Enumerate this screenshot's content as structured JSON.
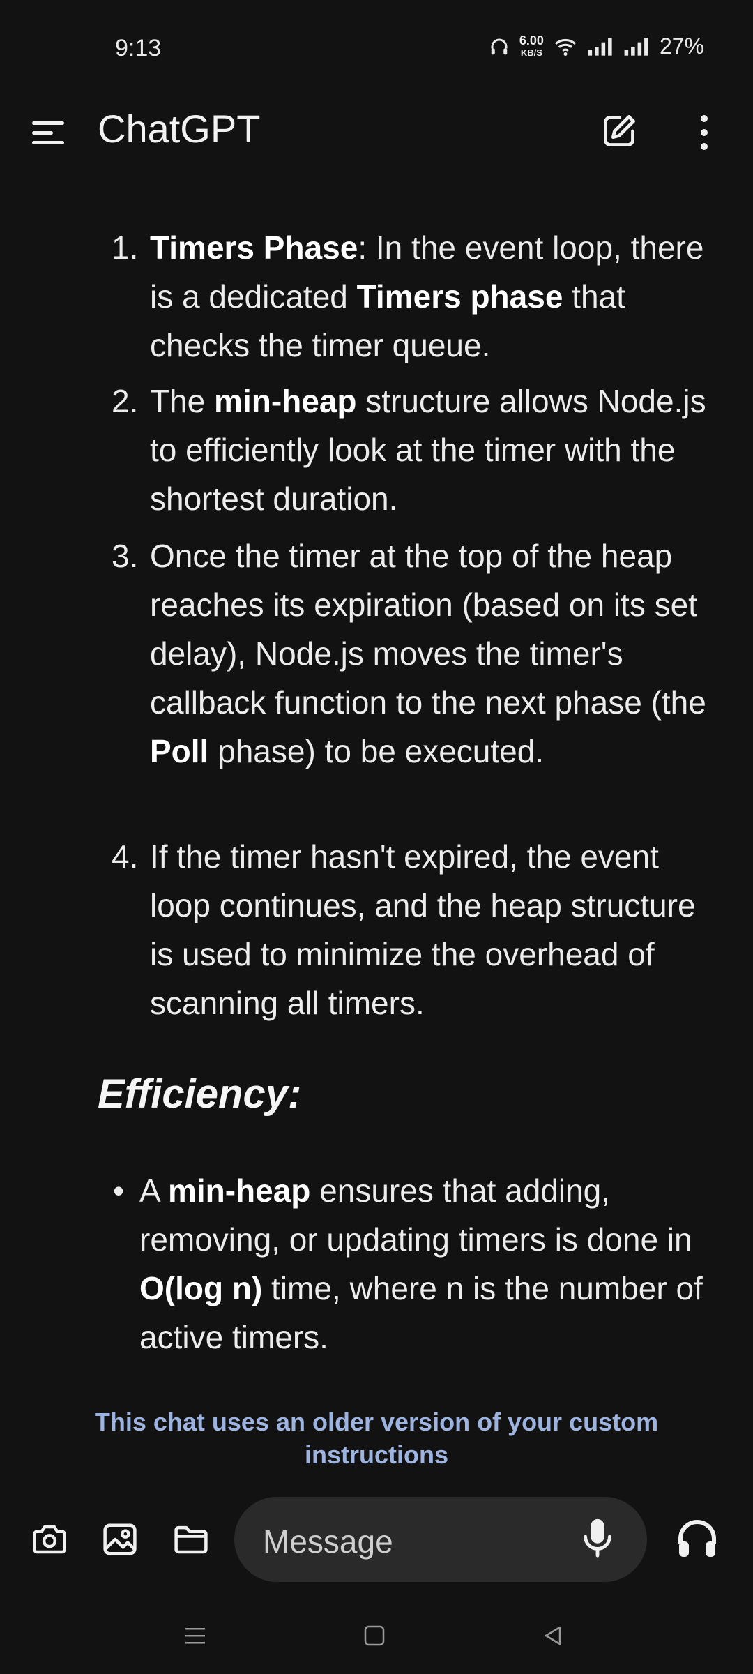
{
  "status_bar": {
    "time": "9:13",
    "speed_value": "6.00",
    "speed_unit": "KB/S",
    "battery": "27%"
  },
  "app_bar": {
    "title": "ChatGPT",
    "icons": [
      "menu-icon",
      "edit-icon",
      "more-vertical-icon"
    ]
  },
  "content": {
    "steps": [
      {
        "num": "1.",
        "parts": [
          {
            "text": "Timers Phase",
            "bold": true
          },
          {
            "text": ": In the event loop, there is a dedicated ",
            "bold": false
          },
          {
            "text": "Timers phase",
            "bold": true
          },
          {
            "text": " that checks the timer queue.",
            "bold": false
          }
        ]
      },
      {
        "num": "2.",
        "parts": [
          {
            "text": "The ",
            "bold": false
          },
          {
            "text": "min-heap",
            "bold": true
          },
          {
            "text": " structure allows Node.js to efficiently look at the timer with the shortest duration.",
            "bold": false
          }
        ]
      },
      {
        "num": "3.",
        "parts": [
          {
            "text": "Once the timer at the top of the heap reaches its expiration (based on its set delay), Node.js moves the timer's callback function to the next phase (the ",
            "bold": false
          },
          {
            "text": "Poll",
            "bold": true
          },
          {
            "text": " phase) to be executed.",
            "bold": false
          }
        ]
      },
      {
        "num": "4.",
        "parts": [
          {
            "text": "If the timer hasn't expired, the event loop continues, and the heap structure is used to minimize the overhead of scanning all timers.",
            "bold": false
          }
        ]
      }
    ],
    "heading": "Efficiency:",
    "bullet": {
      "dot": "•",
      "parts": [
        {
          "text": "A ",
          "bold": false
        },
        {
          "text": "min-heap",
          "bold": true
        },
        {
          "text": " ensures that adding, removing, or updating timers is done in ",
          "bold": false
        },
        {
          "text": "O(log n)",
          "bold": true
        },
        {
          "text": " time, where ",
          "bold": false
        },
        {
          "text": "n",
          "bold": false
        },
        {
          "text": " is the number of active timers.",
          "bold": false
        }
      ]
    },
    "notice": "This chat uses an older version of your custom instructions"
  },
  "composer": {
    "placeholder": "Message",
    "icons": [
      "camera-icon",
      "image-icon",
      "folder-icon",
      "mic-icon",
      "headphones-icon"
    ]
  },
  "nav_bar": {
    "icons": [
      "recent-apps-icon",
      "home-icon",
      "back-icon"
    ]
  },
  "colors": {
    "background": "#121212",
    "text": "#ececec",
    "notice": "#9db4e0",
    "pill": "#2a2a2a"
  }
}
